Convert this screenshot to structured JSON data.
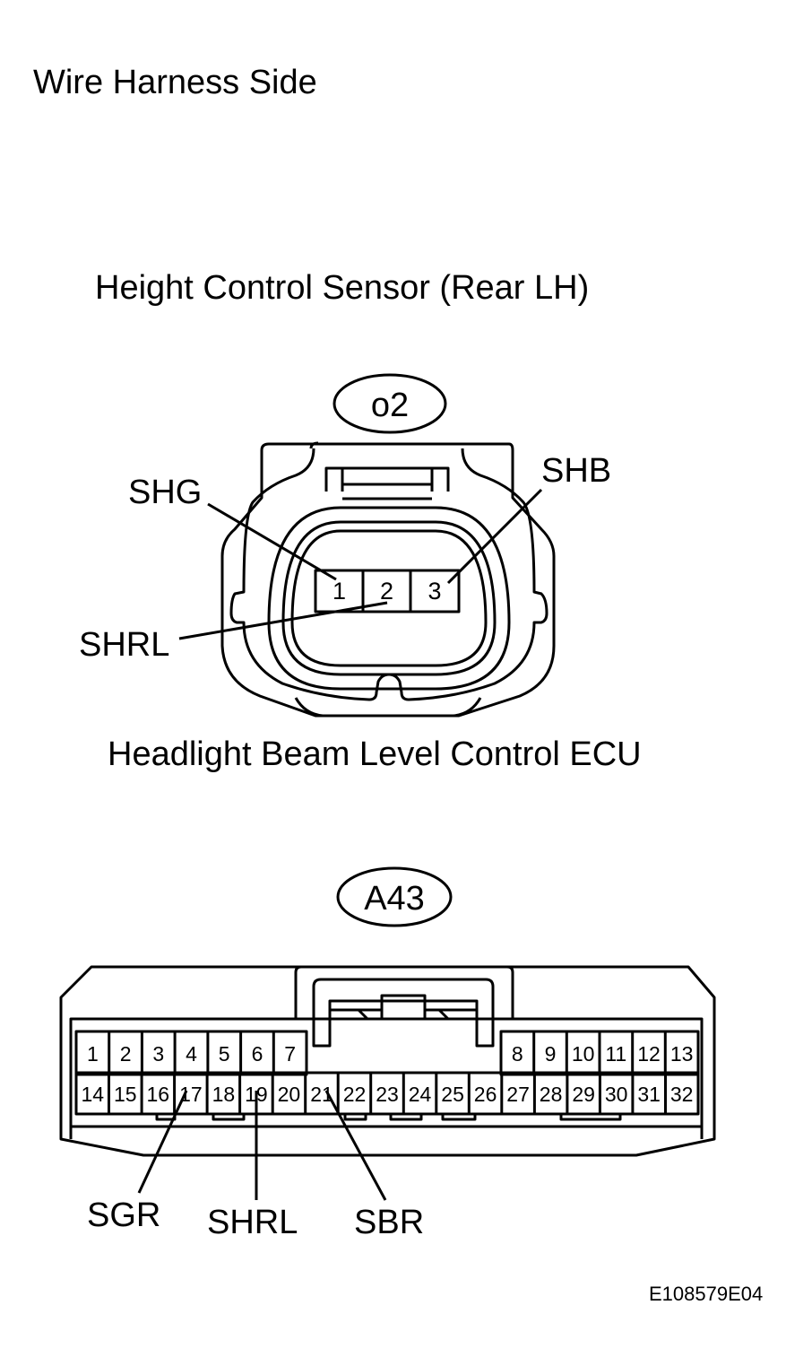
{
  "page_title": "Wire Harness Side",
  "sensor": {
    "title": "Height Control Sensor (Rear LH)",
    "connector_id": "o2",
    "pins": [
      "1",
      "2",
      "3"
    ],
    "labels": {
      "pin1": "SHG",
      "pin2": "SHRL",
      "pin3": "SHB"
    }
  },
  "ecu": {
    "title": "Headlight Beam Level Control ECU",
    "connector_id": "A43",
    "top_row_left": [
      "1",
      "2",
      "3",
      "4",
      "5",
      "6",
      "7"
    ],
    "top_row_right": [
      "8",
      "9",
      "10",
      "11",
      "12",
      "13"
    ],
    "bottom_row": [
      "14",
      "15",
      "16",
      "17",
      "18",
      "19",
      "20",
      "21",
      "22",
      "23",
      "24",
      "25",
      "26",
      "27",
      "28",
      "29",
      "30",
      "31",
      "32"
    ],
    "labels": {
      "pin17": "SGR",
      "pin19": "SHRL",
      "pin21": "SBR"
    }
  },
  "figure_code": "E108579E04"
}
